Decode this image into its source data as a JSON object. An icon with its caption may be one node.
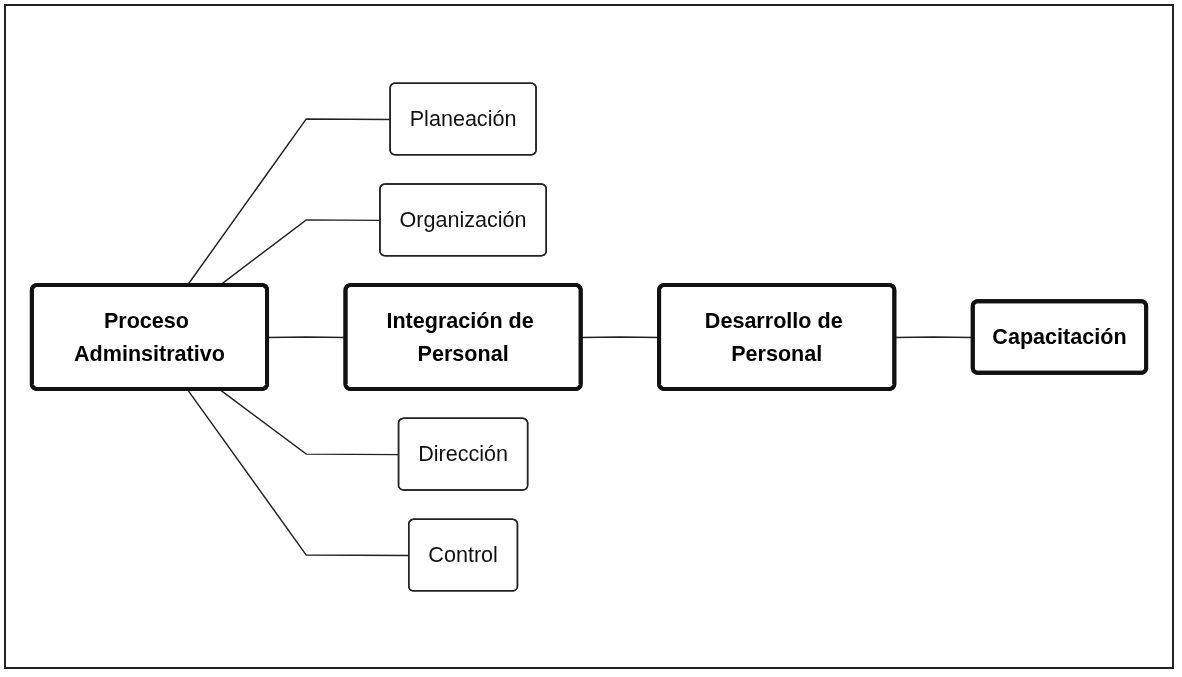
{
  "diagram": {
    "nodes": [
      {
        "text": [
          "Proceso Adminsitrativo"
        ]
      },
      {
        "text": [
          "Planeación"
        ]
      },
      {
        "text": [
          "Organización"
        ]
      },
      {
        "text": [
          "Integración de Personal"
        ]
      },
      {
        "text": [
          "Dirección"
        ]
      },
      {
        "text": [
          "Control"
        ]
      },
      {
        "text": [
          "Desarrollo de Personal"
        ]
      },
      {
        "text": [
          "Capacitación"
        ]
      }
    ],
    "edges": [
      {
        "from": 0,
        "to": 1,
        "arrow": "none"
      },
      {
        "from": 0,
        "to": 2,
        "arrow": "none"
      },
      {
        "from": 0,
        "to": 3,
        "arrow": "none"
      },
      {
        "from": 0,
        "to": 4,
        "arrow": "none"
      },
      {
        "from": 0,
        "to": 5,
        "arrow": "none"
      },
      {
        "from": 3,
        "to": 6,
        "arrow": "none"
      },
      {
        "from": 6,
        "to": 7,
        "arrow": "none"
      }
    ]
  }
}
